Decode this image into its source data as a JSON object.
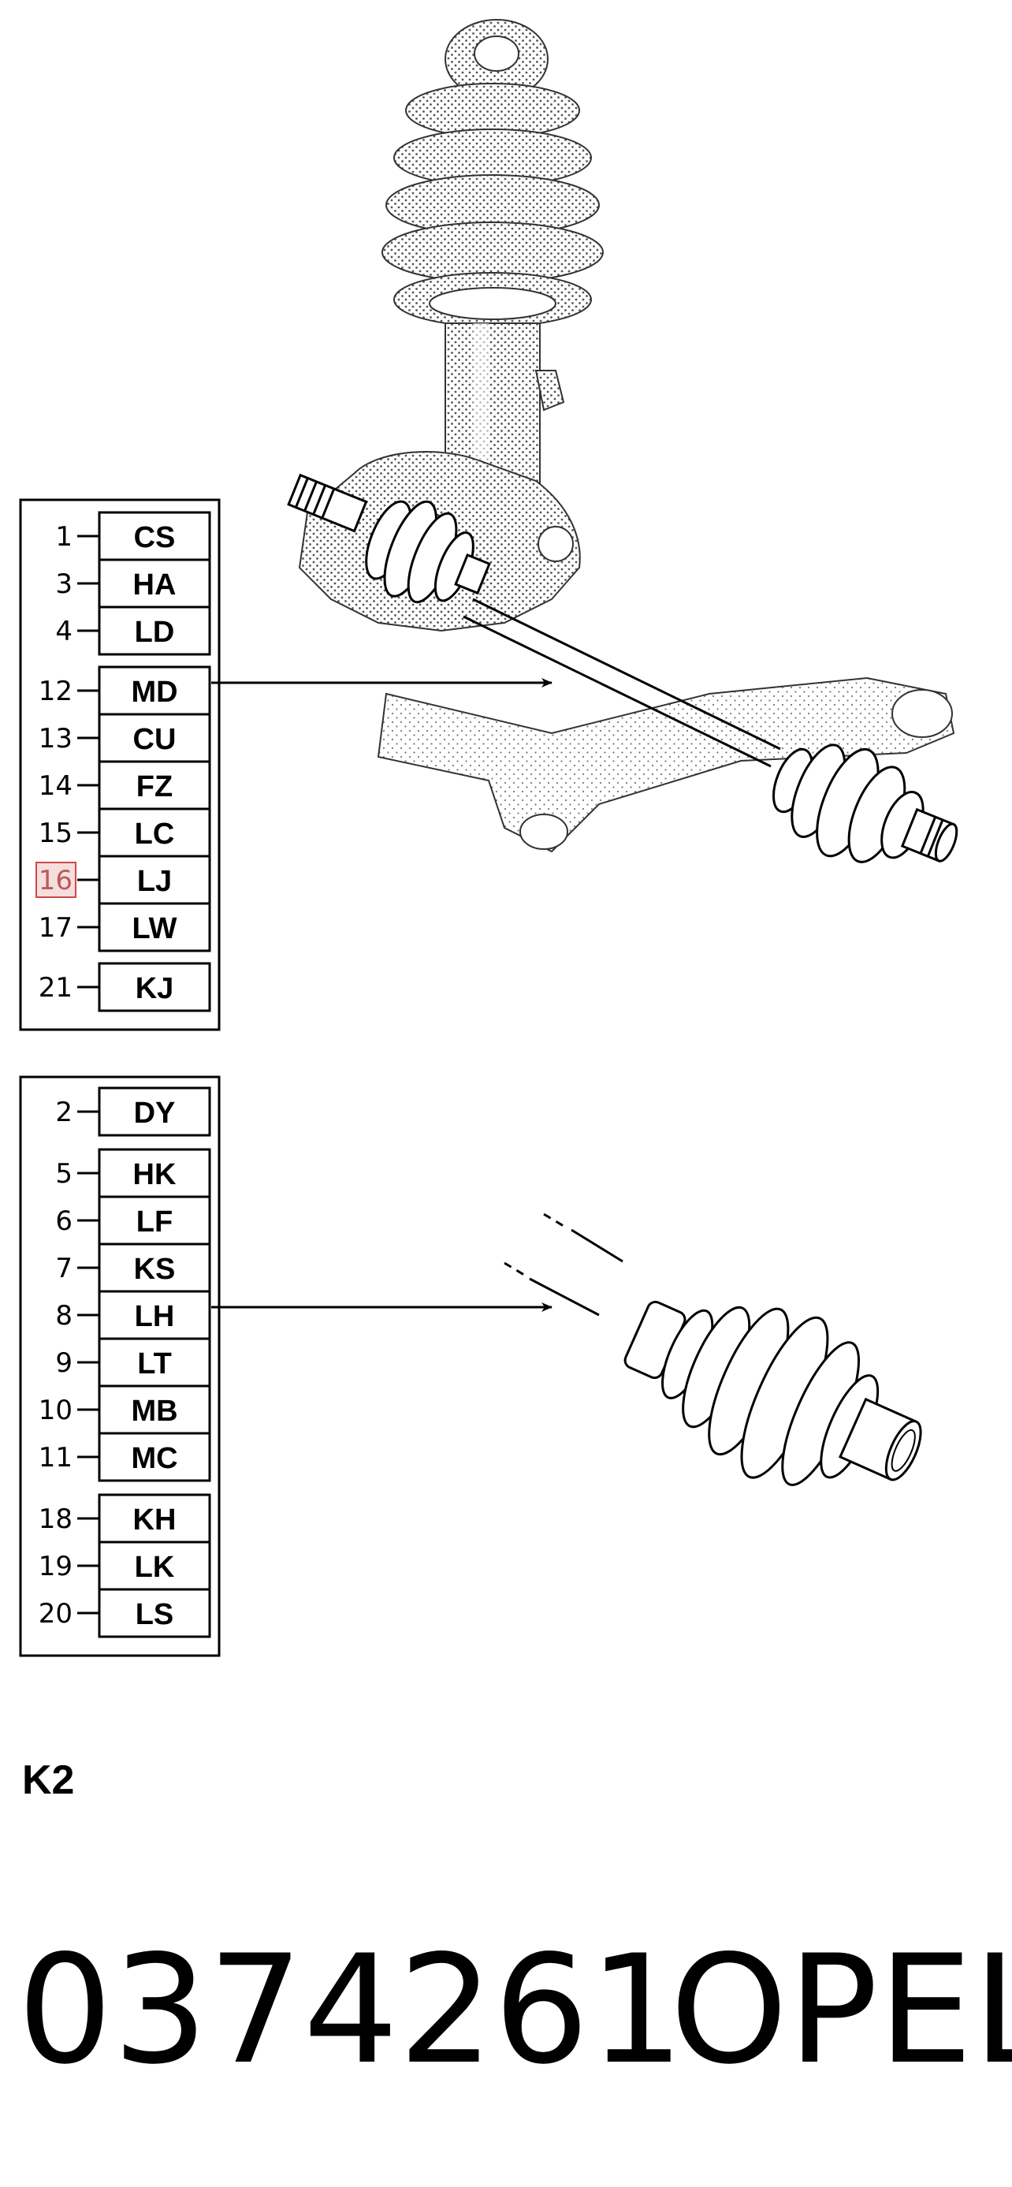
{
  "diagram": {
    "upper_panel": {
      "rows": [
        {
          "num": "1",
          "code": "CS"
        },
        {
          "num": "3",
          "code": "HA"
        },
        {
          "num": "4",
          "code": "LD"
        },
        {
          "num": "12",
          "code": "MD"
        },
        {
          "num": "13",
          "code": "CU"
        },
        {
          "num": "14",
          "code": "FZ"
        },
        {
          "num": "15",
          "code": "LC"
        },
        {
          "num": "16",
          "code": "LJ",
          "highlighted": true
        },
        {
          "num": "17",
          "code": "LW"
        },
        {
          "num": "21",
          "code": "KJ"
        }
      ]
    },
    "lower_panel": {
      "rows": [
        {
          "num": "2",
          "code": "DY"
        },
        {
          "num": "5",
          "code": "HK"
        },
        {
          "num": "6",
          "code": "LF"
        },
        {
          "num": "7",
          "code": "KS"
        },
        {
          "num": "8",
          "code": "LH"
        },
        {
          "num": "9",
          "code": "LT"
        },
        {
          "num": "10",
          "code": "MB"
        },
        {
          "num": "11",
          "code": "MC"
        },
        {
          "num": "18",
          "code": "KH"
        },
        {
          "num": "19",
          "code": "LK"
        },
        {
          "num": "20",
          "code": "LS"
        }
      ]
    },
    "highlight_color": "#e8a0a0",
    "section_label": "K2",
    "part_number": "0374261",
    "brand": "OPEL"
  }
}
